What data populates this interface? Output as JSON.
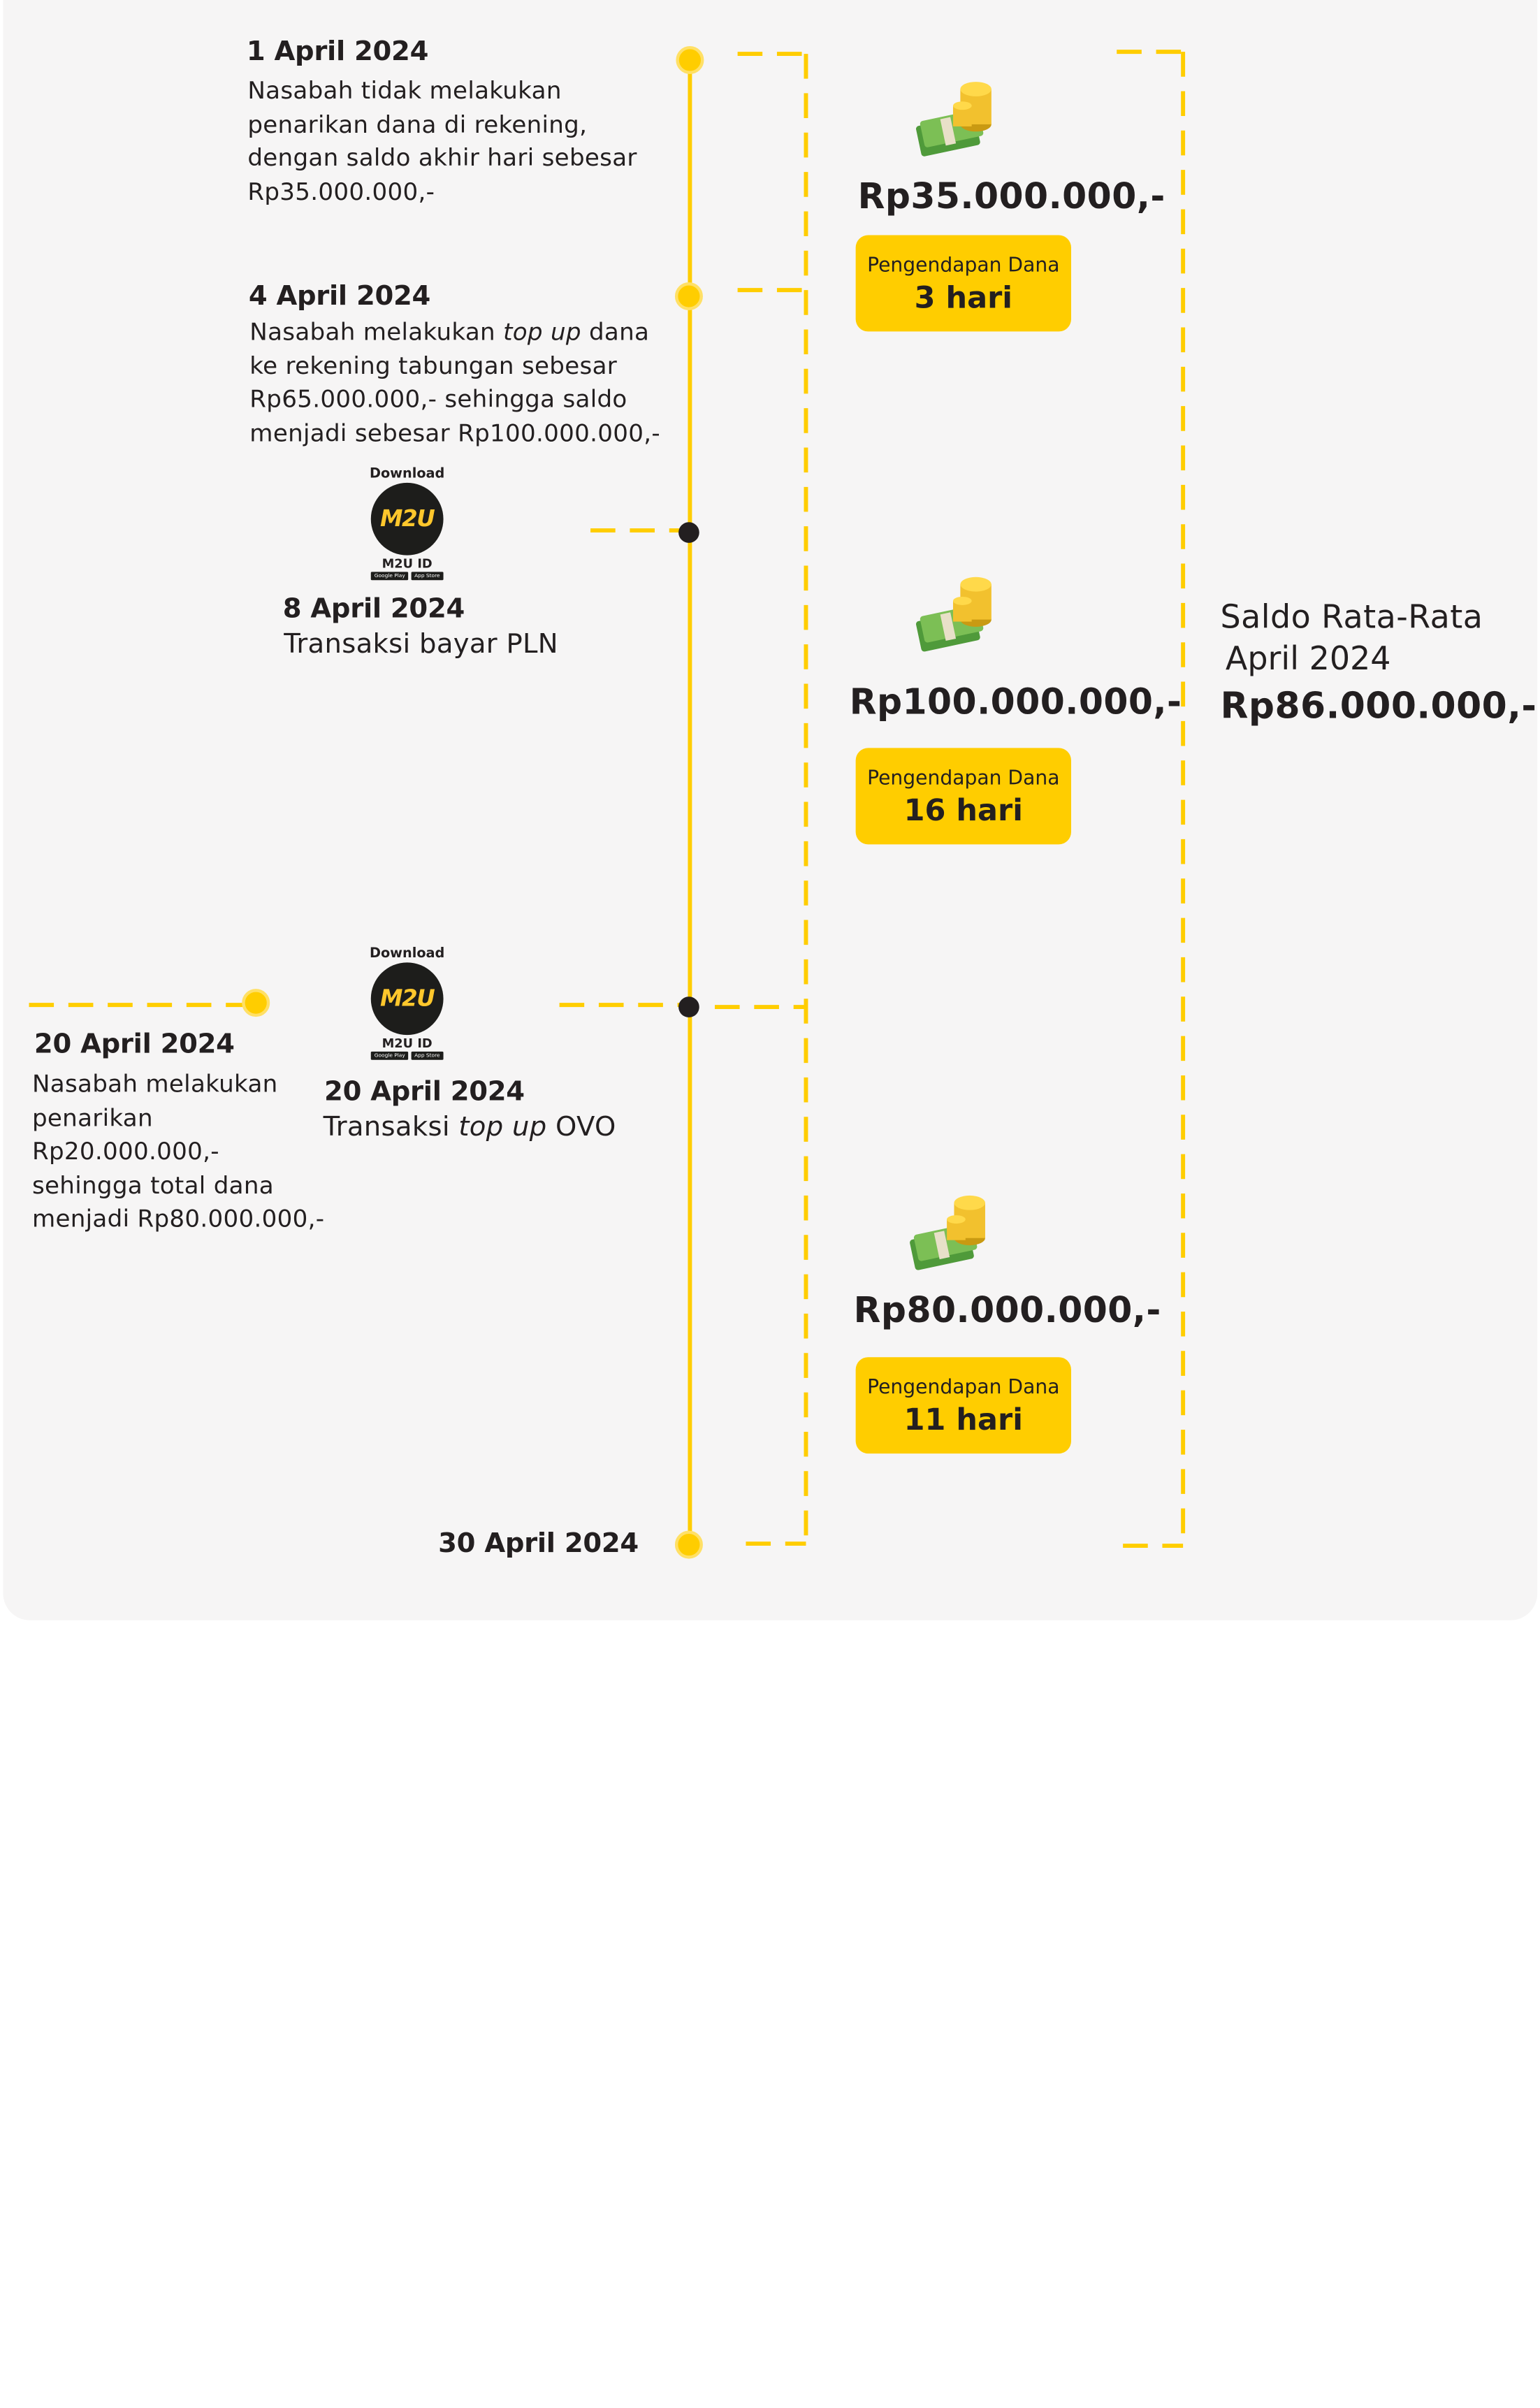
{
  "events": [
    {
      "date": "1 April 2024",
      "desc_lines": [
        "Nasabah tidak melakukan",
        "penarikan dana di rekening,",
        "dengan saldo akhir hari sebesar",
        "Rp35.000.000,-"
      ]
    },
    {
      "date": "4 April 2024",
      "desc_l1_a": "Nasabah melakukan ",
      "desc_l1_i": "top up",
      "desc_l1_b": " dana",
      "desc_lines": [
        "ke rekening tabungan sebesar",
        "Rp65.000.000,- sehingga saldo",
        "menjadi sebesar Rp100.000.000,-"
      ]
    },
    {
      "date": "8 April 2024",
      "desc": "Transaksi bayar PLN"
    },
    {
      "date": "20 April 2024",
      "desc_lines": [
        "Nasabah melakukan",
        "penarikan",
        "Rp20.000.000,-",
        "sehingga total dana",
        "menjadi Rp80.000.000,-"
      ]
    },
    {
      "date": "20 April 2024",
      "desc_a": "Transaksi ",
      "desc_i": "top up",
      "desc_b": " OVO"
    },
    {
      "date": "30 April 2024"
    }
  ],
  "m2u_badge": {
    "download": "Download",
    "logo": "M2U",
    "name": "M2U ID",
    "store1": "Google Play",
    "store2": "App Store"
  },
  "balances": [
    {
      "amount": "Rp35.000.000,-",
      "badge_label": "Pengendapan Dana",
      "badge_value": "3 hari"
    },
    {
      "amount": "Rp100.000.000,-",
      "badge_label": "Pengendapan Dana",
      "badge_value": "16 hari"
    },
    {
      "amount": "Rp80.000.000,-",
      "badge_label": "Pengendapan Dana",
      "badge_value": "11 hari"
    }
  ],
  "average": {
    "title": "Saldo Rata-Rata",
    "month": "April 2024",
    "value": "Rp86.000.000,-"
  },
  "colors": {
    "yellow": "#ffcd00",
    "dark": "#231f20",
    "background": "#f6f5f5"
  },
  "icons": [
    "money-stack-icon",
    "m2u-logo-icon"
  ]
}
